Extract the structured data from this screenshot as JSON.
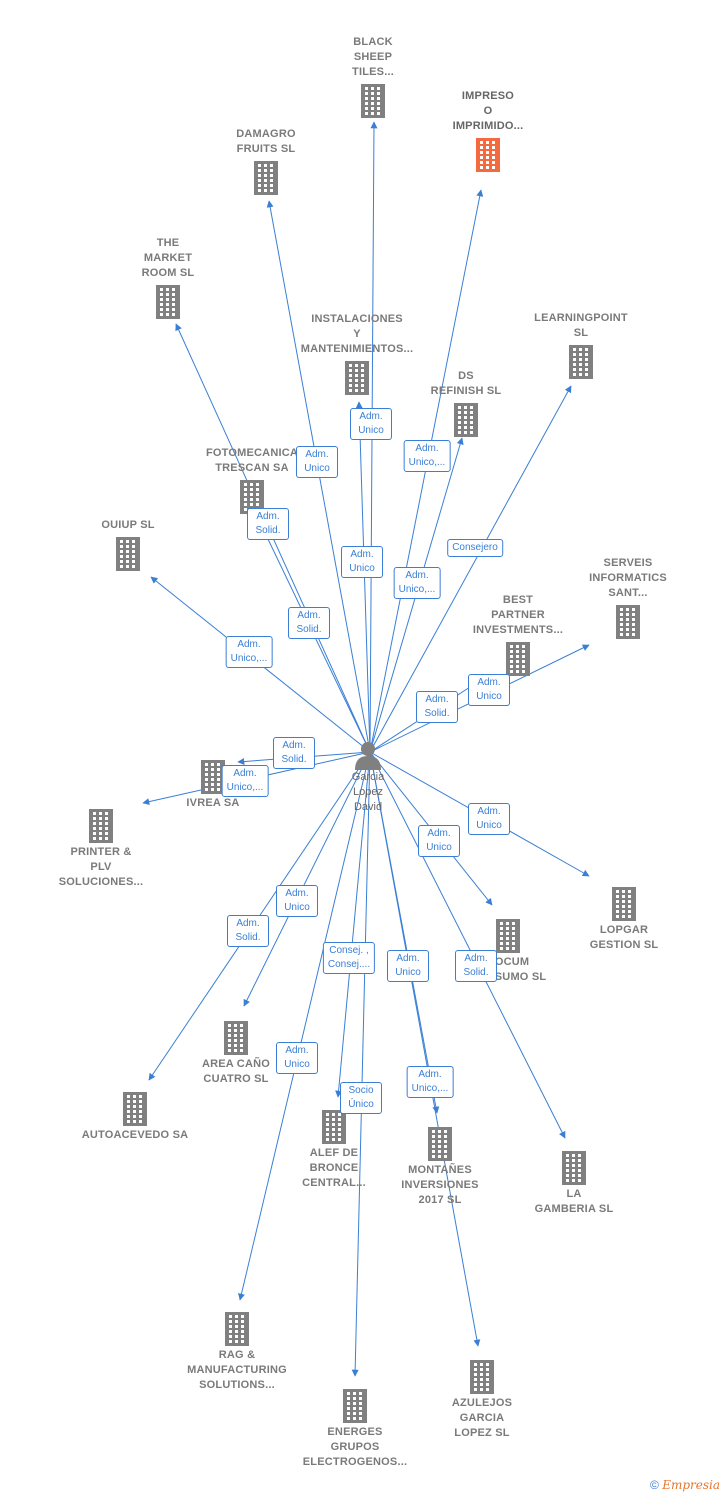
{
  "center": {
    "name": "Garcia\nLopez\nDavid"
  },
  "companies": [
    {
      "id": "black-sheep",
      "name": "BLACK\nSHEEP\nTILES...",
      "highlight": false
    },
    {
      "id": "impreso",
      "name": "IMPRESO\nO\nIMPRIMIDO...",
      "highlight": true
    },
    {
      "id": "damagro",
      "name": "DAMAGRO\nFRUITS  SL",
      "highlight": false
    },
    {
      "id": "market-room",
      "name": "THE\nMARKET\nROOM SL",
      "highlight": false
    },
    {
      "id": "instalaciones",
      "name": "INSTALACIONES\nY\nMANTENIMIENTOS...",
      "highlight": false
    },
    {
      "id": "learningpoint",
      "name": "LEARNINGPOINT\nSL",
      "highlight": false
    },
    {
      "id": "ds-refinish",
      "name": "DS\nREFINISH  SL",
      "highlight": false
    },
    {
      "id": "fotomecanica",
      "name": "FOTOMECANICA\nTRESCAN SA",
      "highlight": false
    },
    {
      "id": "ouiup",
      "name": "OUIUP  SL",
      "highlight": false
    },
    {
      "id": "serveis",
      "name": "SERVEIS\nINFORMATICS\nSANT...",
      "highlight": false
    },
    {
      "id": "best-partner",
      "name": "BEST\nPARTNER\nINVESTMENTS...",
      "highlight": false
    },
    {
      "id": "ivrea",
      "name": "IVREA SA",
      "highlight": false
    },
    {
      "id": "printer",
      "name": "PRINTER &\nPLV\nSOLUCIONES...",
      "highlight": false
    },
    {
      "id": "lopgar",
      "name": "LOPGAR\nGESTION SL",
      "highlight": false
    },
    {
      "id": "docum",
      "name": "DOCUM\nCONSUMO  SL",
      "highlight": false
    },
    {
      "id": "area-cano",
      "name": "AREA CAÑO\nCUATRO SL",
      "highlight": false
    },
    {
      "id": "autoacevedo",
      "name": "AUTOACEVEDO SA",
      "highlight": false
    },
    {
      "id": "alef",
      "name": "ALEF DE\nBRONCE\nCENTRAL...",
      "highlight": false
    },
    {
      "id": "montanes",
      "name": "MONTAÑES\nINVERSIONES\n2017  SL",
      "highlight": false
    },
    {
      "id": "gamberia",
      "name": "LA\nGAMBERIA SL",
      "highlight": false
    },
    {
      "id": "rag",
      "name": "RAG &\nMANUFACTURING\nSOLUTIONS...",
      "highlight": false
    },
    {
      "id": "energes",
      "name": "ENERGES\nGRUPOS\nELECTROGENOS...",
      "highlight": false
    },
    {
      "id": "azulejos",
      "name": "AZULEJOS\nGARCIA\nLOPEZ  SL",
      "highlight": false
    }
  ],
  "relations": [
    {
      "target": "black-sheep",
      "label": "Adm.\nUnico"
    },
    {
      "target": "impreso",
      "label": "Adm.\nUnico,..."
    },
    {
      "target": "damagro",
      "label": "Adm.\nUnico"
    },
    {
      "target": "market-room",
      "label": "Adm.\nSolid."
    },
    {
      "target": "instalaciones",
      "label": "Adm.\nUnico"
    },
    {
      "target": "learningpoint",
      "label": "Consejero"
    },
    {
      "target": "ds-refinish",
      "label": "Adm.\nUnico,..."
    },
    {
      "target": "fotomecanica",
      "label": "Adm.\nSolid."
    },
    {
      "target": "ouiup",
      "label": "Adm.\nUnico,..."
    },
    {
      "target": "serveis",
      "label": "Adm.\nUnico"
    },
    {
      "target": "best-partner",
      "label": "Adm.\nSolid."
    },
    {
      "target": "ivrea",
      "label": "Adm.\nSolid."
    },
    {
      "target": "printer",
      "label": "Adm.\nUnico,..."
    },
    {
      "target": "lopgar",
      "label": "Adm.\nUnico"
    },
    {
      "target": "docum",
      "label": "Adm.\nUnico"
    },
    {
      "target": "area-cano",
      "label": "Adm.\nUnico"
    },
    {
      "target": "autoacevedo",
      "label": "Adm.\nSolid."
    },
    {
      "target": "alef",
      "label": "Consej. ,\nConsej...."
    },
    {
      "target": "montanes",
      "label": "Adm.\nUnico"
    },
    {
      "target": "gamberia",
      "label": "Adm.\nSolid."
    },
    {
      "target": "rag",
      "label": "Adm.\nUnico"
    },
    {
      "target": "energes",
      "label": "Socio\nÚnico"
    },
    {
      "target": "azulejos",
      "label": "Adm.\nUnico,..."
    }
  ],
  "colors": {
    "edge": "#3a7fd5",
    "node": "#808080",
    "highlight": "#f26a3d"
  },
  "footer": {
    "copyright": "©",
    "brand": "Empresia"
  }
}
